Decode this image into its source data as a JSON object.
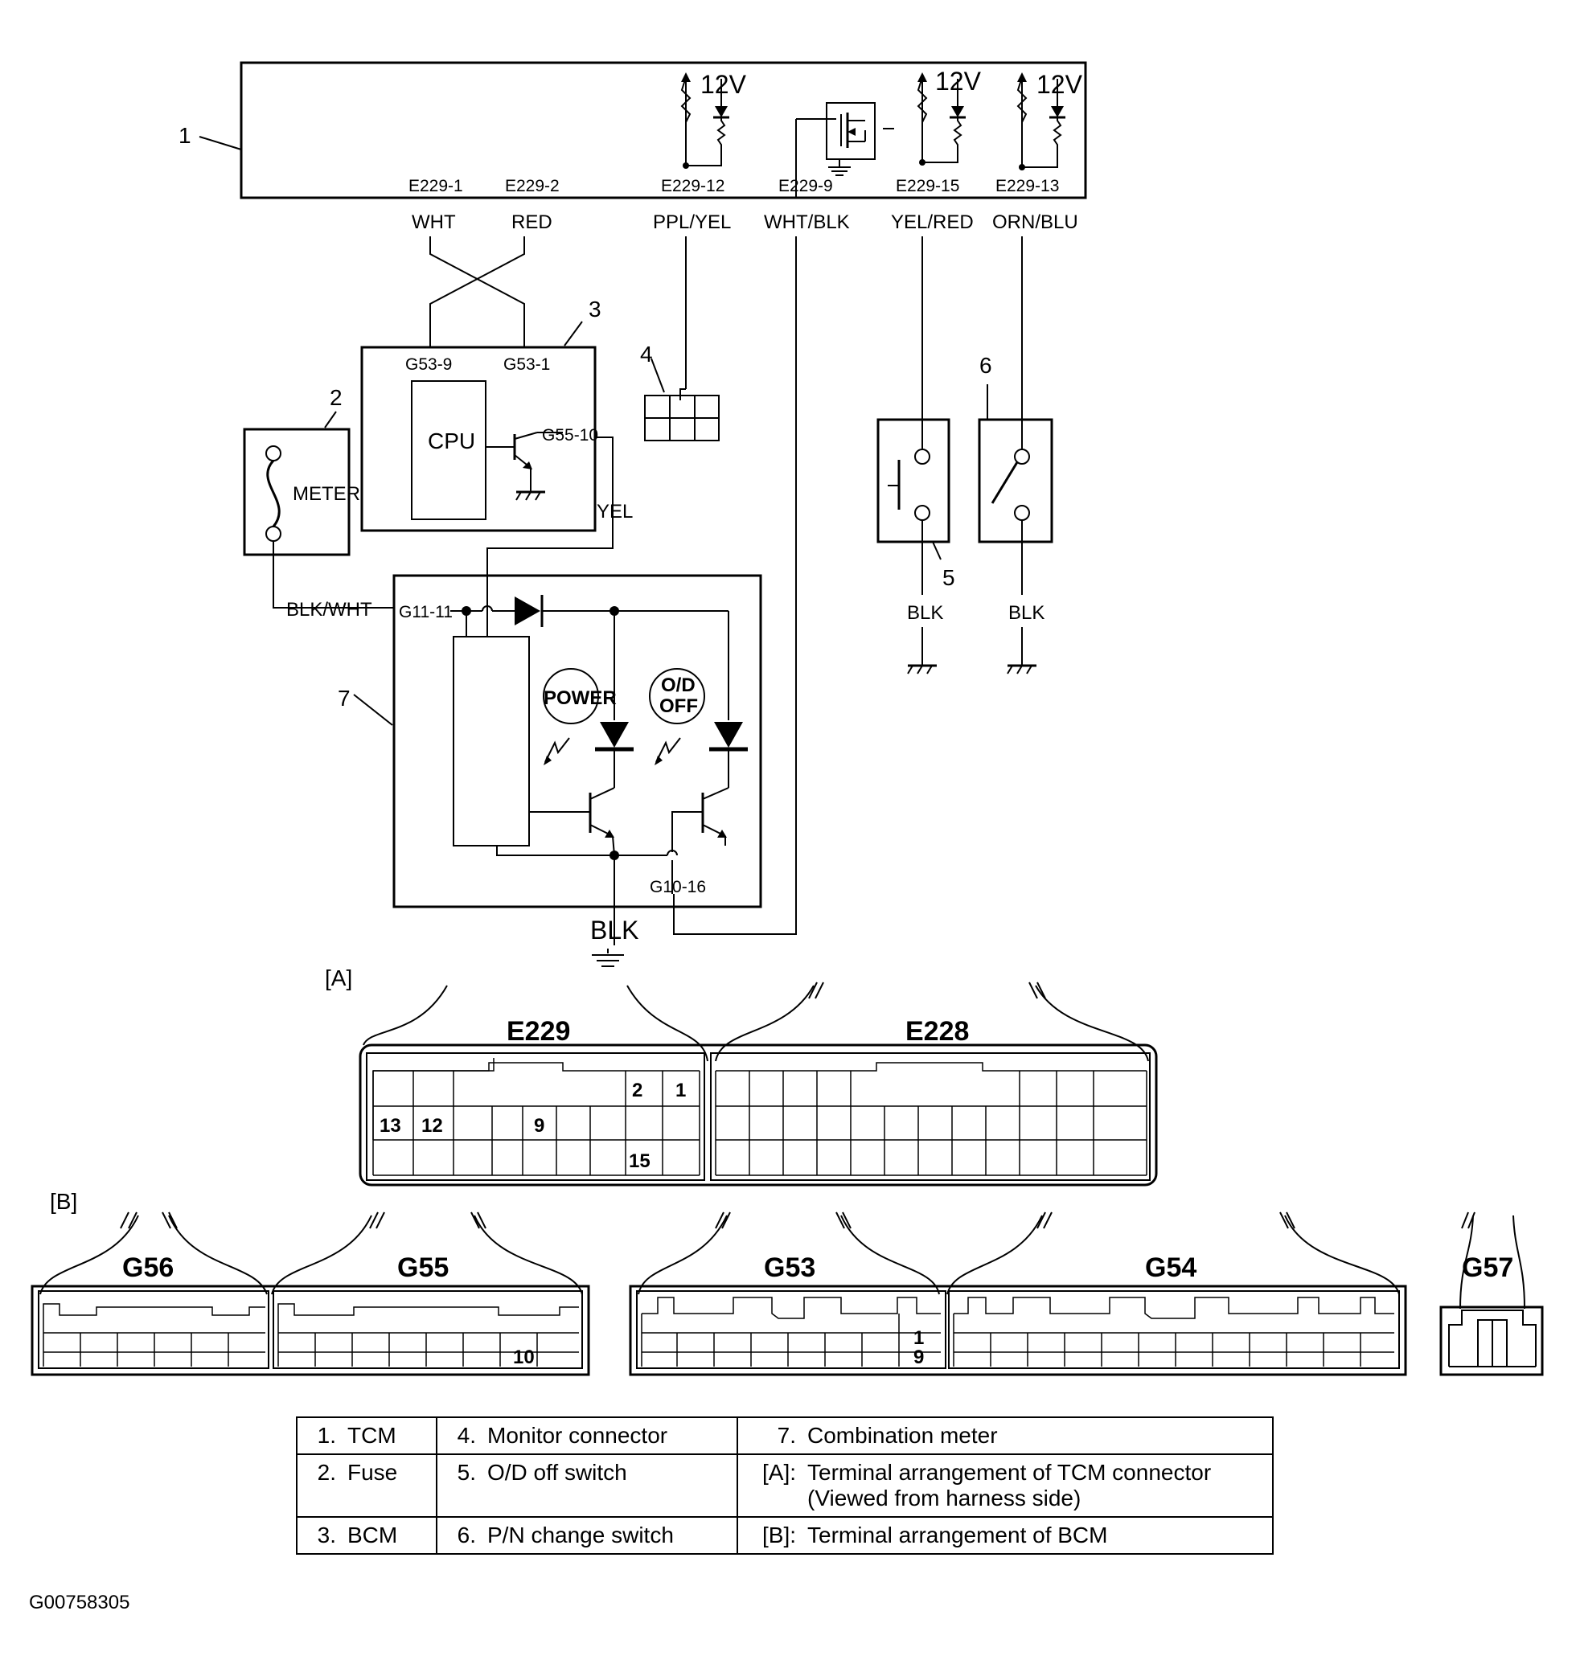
{
  "components": {
    "c1": "1",
    "c2": "2",
    "c3": "3",
    "c4": "4",
    "c5": "5",
    "c6": "6",
    "c7": "7"
  },
  "supply": {
    "v12": "12V"
  },
  "tcm_pins": {
    "p1": "E229-1",
    "p2": "E229-2",
    "p12": "E229-12",
    "p9": "E229-9",
    "p15": "E229-15",
    "p13": "E229-13"
  },
  "wires": {
    "wht": "WHT",
    "red": "RED",
    "ppl_yel": "PPL/YEL",
    "wht_blk": "WHT/BLK",
    "yel_red": "YEL/RED",
    "orn_blu": "ORN/BLU",
    "yel": "YEL",
    "blk_wht": "BLK/WHT",
    "blk": "BLK"
  },
  "bcm": {
    "g53_9": "G53-9",
    "g53_1": "G53-1",
    "cpu": "CPU",
    "g55_10": "G55-10"
  },
  "fuse_text": "METER",
  "meter": {
    "g11_11": "G11-11",
    "g10_16": "G10-16",
    "power": "POWER",
    "od1": "O/D",
    "od2": "OFF"
  },
  "sections": {
    "a": "[A]",
    "b": "[B]"
  },
  "tcm_connectors": {
    "e229": "E229",
    "e228": "E228",
    "cells": {
      "c2": "2",
      "c1": "1",
      "c13": "13",
      "c12": "12",
      "c9": "9",
      "c15": "15"
    }
  },
  "bcm_connectors": {
    "g56": "G56",
    "g55": "G55",
    "g53": "G53",
    "g54": "G54",
    "g57": "G57",
    "cells": {
      "c10": "10",
      "c1": "1",
      "c9": "9"
    }
  },
  "legend": [
    [
      {
        "n": "1.",
        "t": "TCM"
      },
      {
        "n": "4.",
        "t": "Monitor connector"
      },
      {
        "n": "7.",
        "t": "Combination meter"
      }
    ],
    [
      {
        "n": "2.",
        "t": "Fuse"
      },
      {
        "n": "5.",
        "t": "O/D off switch"
      },
      {
        "n": "[A]:",
        "t": "Terminal arrangement of TCM connector (Viewed from harness side)"
      }
    ],
    [
      {
        "n": "3.",
        "t": "BCM"
      },
      {
        "n": "6.",
        "t": "P/N change switch"
      },
      {
        "n": "[B]:",
        "t": "Terminal arrangement of BCM"
      }
    ]
  ],
  "figure_id": "G00758305"
}
